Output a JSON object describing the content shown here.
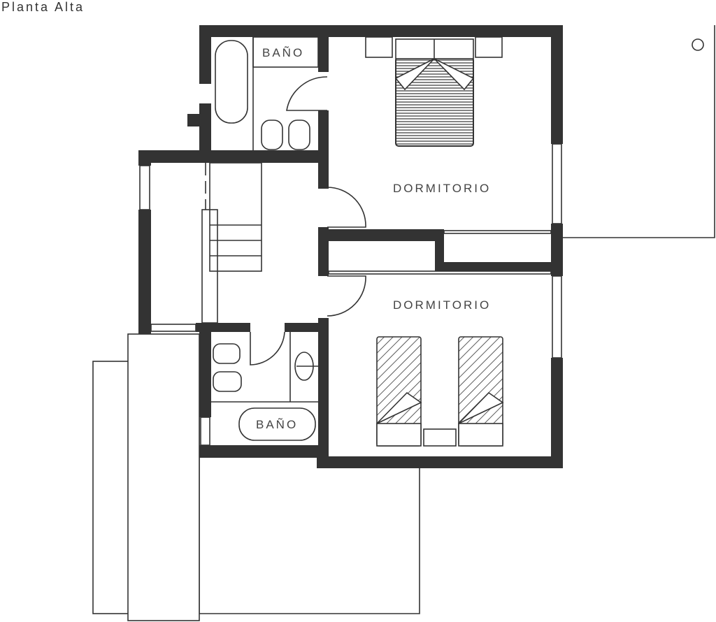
{
  "title": "Planta Alta",
  "rooms": {
    "bath_top": "BAÑO",
    "bedroom_top": "DORMITORIO",
    "bedroom_bottom": "DORMITORIO",
    "bath_bottom": "BAÑO"
  },
  "colors": {
    "wall": "#333333",
    "background": "#ffffff"
  }
}
